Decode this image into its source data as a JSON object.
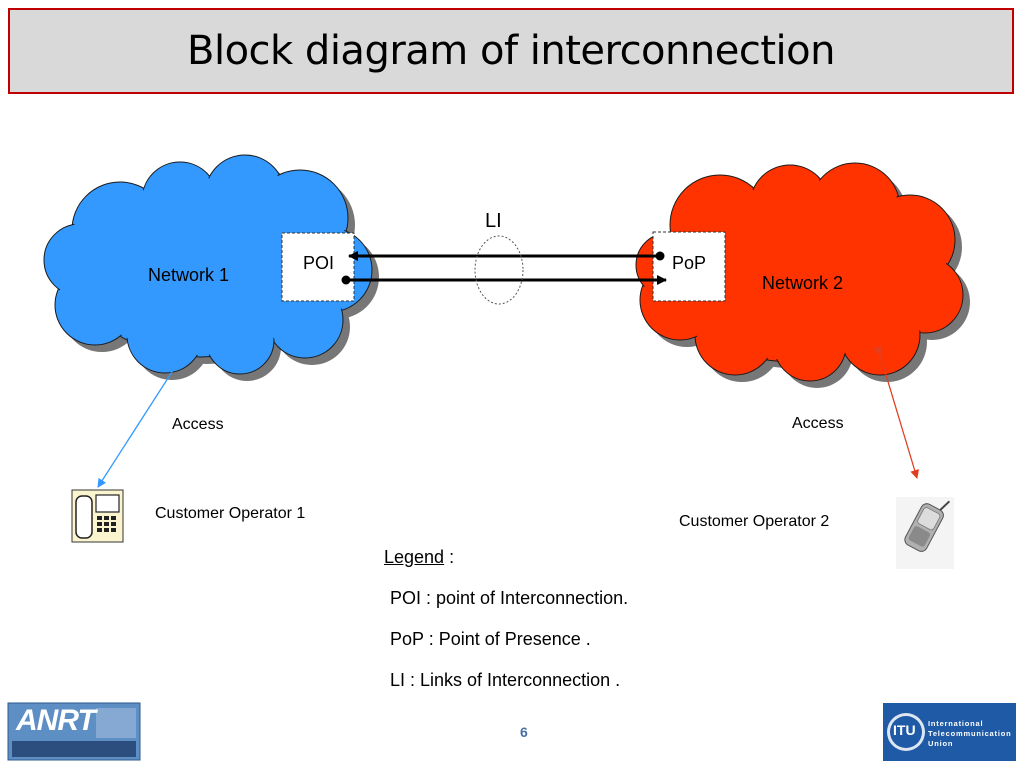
{
  "title": "Block diagram of interconnection",
  "diagram": {
    "network1": "Network 1",
    "network2": "Network 2",
    "poi": "POI",
    "pop": "PoP",
    "li": "LI",
    "access_left": "Access",
    "access_right": "Access",
    "customer1": "Customer Operator 1",
    "customer2": "Customer Operator 2"
  },
  "legend": {
    "title": "Legend",
    "colon": " :",
    "items": [
      "POI : point of Interconnection.",
      "PoP : Point of Presence .",
      "LI : Links of Interconnection ."
    ]
  },
  "page_number": "6",
  "logos": {
    "anrt": "ANRT",
    "itu_short": "ITU",
    "itu_line1": "International",
    "itu_line2": "Telecommunication",
    "itu_line3": "Union"
  },
  "colors": {
    "title_bg": "#d9d9d9",
    "title_border": "#c00000",
    "network1": "#3399ff",
    "network2": "#ff3300",
    "access_left_arrow": "#3399ff",
    "access_right_arrow": "#e04020"
  }
}
